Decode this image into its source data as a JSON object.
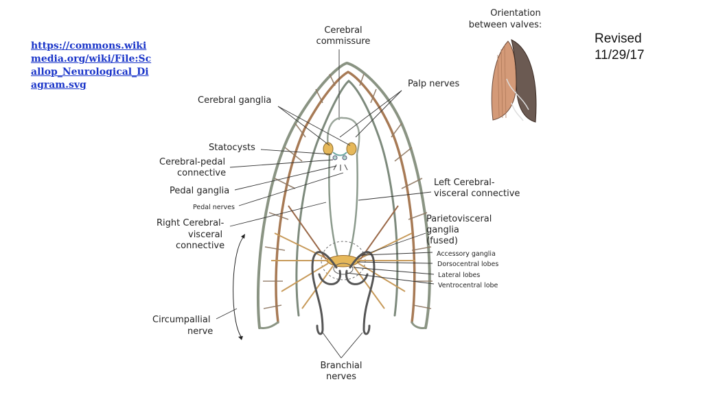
{
  "source_link": "https://commons.wikimedia.org/wiki/File:Scallop_Neurological_Diagram.svg",
  "revised": {
    "line1": "Revised",
    "line2": "11/29/17"
  },
  "orientation": {
    "line1": "Orientation",
    "line2": "between valves:"
  },
  "labels": {
    "cerebral_commissure": [
      "Cerebral",
      "commissure"
    ],
    "palp_nerves": "Palp nerves",
    "cerebral_ganglia": "Cerebral ganglia",
    "statocysts": "Statocysts",
    "cerebral_pedal": [
      "Cerebral-pedal",
      "connective"
    ],
    "pedal_ganglia": "Pedal ganglia",
    "pedal_nerves": "Pedal nerves",
    "right_cerebral_visceral": [
      "Right Cerebral-",
      "visceral",
      "connective"
    ],
    "left_cerebral_visceral": [
      "Left Cerebral-",
      "visceral connective"
    ],
    "parietovisceral": [
      "Parietovisceral",
      "ganglia",
      "(fused)"
    ],
    "accessory_ganglia": "Accessory ganglia",
    "dorsocentral_lobes": "Dorsocentral lobes",
    "lateral_lobes": "Lateral lobes",
    "ventrocentral_lobe": "Ventrocentral lobe",
    "circumpallial": [
      "Circumpallial",
      "nerve"
    ],
    "branchial": [
      "Branchial",
      "nerves"
    ]
  },
  "colors": {
    "nerve_gray": "#7d8a7c",
    "nerve_tan": "#c79a5a",
    "nerve_brown": "#9b6a4a",
    "ganglia": "#e6b85a",
    "shell": "#d49a78"
  }
}
